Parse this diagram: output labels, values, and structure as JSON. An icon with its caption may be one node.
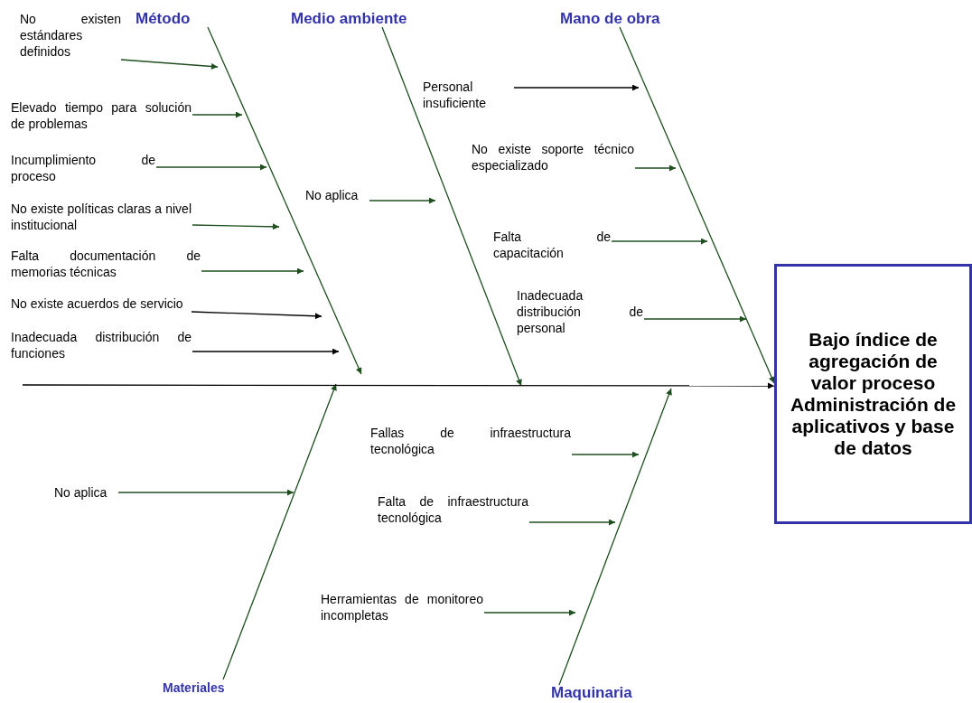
{
  "diagram": {
    "nodes": [
      {
        "text": [
          "Método"
        ]
      },
      {
        "text": [
          "Medio ambiente"
        ]
      },
      {
        "text": [
          "Mano de obra"
        ]
      },
      {
        "text": [
          "No existen estándares definidos"
        ]
      },
      {
        "text": [
          "Elevado tiempo para solución de problemas"
        ]
      },
      {
        "text": [
          "Incumplimiento de proceso"
        ]
      },
      {
        "text": [
          "No existe políticas claras a nivel institucional"
        ]
      },
      {
        "text": [
          "Falta documentación de memorias técnicas"
        ]
      },
      {
        "text": [
          "No existe acuerdos de servicio"
        ]
      },
      {
        "text": [
          "Inadecuada distribución de funciones"
        ]
      },
      {
        "text": [
          "No aplica"
        ]
      },
      {
        "text": [
          "Personal insuficiente"
        ]
      },
      {
        "text": [
          "No existe soporte técnico especializado"
        ]
      },
      {
        "text": [
          "Falta de capacitación"
        ]
      },
      {
        "text": [
          "Inadecuada distribución de personal"
        ]
      },
      {
        "text": [
          "Bajo índice de agregación de valor proceso Administración de aplicativos y base de datos"
        ]
      },
      {
        "text": [
          "No aplica"
        ]
      },
      {
        "text": [
          "Fallas de infraestructura tecnológica"
        ]
      },
      {
        "text": [
          "Falta de infraestructura tecnológica"
        ]
      },
      {
        "text": [
          "Herramientas de monitoreo incompletas"
        ]
      },
      {
        "text": [
          "Materiales"
        ]
      },
      {
        "text": [
          "Maquinaria"
        ]
      }
    ],
    "edges": [
      {
        "from": 0,
        "to": null,
        "arrow": "to"
      },
      {
        "from": 1,
        "to": null,
        "arrow": "to"
      },
      {
        "from": 2,
        "to": 15,
        "arrow": "to"
      },
      {
        "from": 20,
        "to": null,
        "arrow": "to"
      },
      {
        "from": 21,
        "to": null,
        "arrow": "to"
      },
      {
        "from": null,
        "to": 15,
        "arrow": "to",
        "color": "#000000"
      },
      {
        "from": 3,
        "to": null,
        "arrow": "to"
      },
      {
        "from": 4,
        "to": null,
        "arrow": "to"
      },
      {
        "from": 5,
        "to": null,
        "arrow": "to"
      },
      {
        "from": 6,
        "to": null,
        "arrow": "to"
      },
      {
        "from": 7,
        "to": null,
        "arrow": "to"
      },
      {
        "from": 8,
        "to": null,
        "arrow": "to",
        "color": "#000000"
      },
      {
        "from": 9,
        "to": null,
        "arrow": "to",
        "color": "#000000"
      },
      {
        "from": 10,
        "to": null,
        "arrow": "to"
      },
      {
        "from": 11,
        "to": null,
        "arrow": "to",
        "color": "#000000"
      },
      {
        "from": 12,
        "to": null,
        "arrow": "to"
      },
      {
        "from": 13,
        "to": null,
        "arrow": "to"
      },
      {
        "from": 14,
        "to": null,
        "arrow": "to"
      },
      {
        "from": 16,
        "to": null,
        "arrow": "to"
      },
      {
        "from": 17,
        "to": null,
        "arrow": "to"
      },
      {
        "from": 18,
        "to": null,
        "arrow": "to"
      },
      {
        "from": 19,
        "to": null,
        "arrow": "to"
      }
    ]
  }
}
